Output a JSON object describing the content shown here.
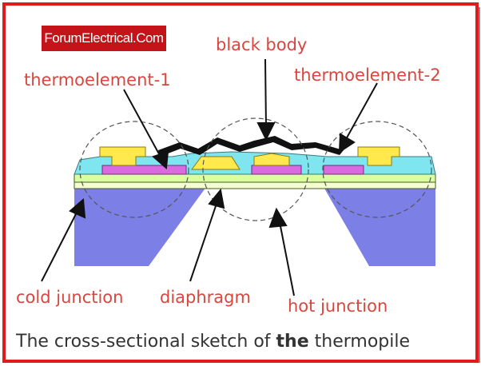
{
  "watermark": "ForumElectrical.Com",
  "labels": {
    "thermoelement_1": "thermoelement-1",
    "black_body": "black body",
    "thermoelement_2": "thermoelement-2",
    "cold_junction": "cold junction",
    "diaphragm": "diaphragm",
    "hot_junction": "hot junction"
  },
  "caption": {
    "prefix": "The cross-sectional sketch of ",
    "emphasis": "the",
    "suffix": " thermopile"
  },
  "colors": {
    "frame": "#e01b1b",
    "label_text": "#d9463e",
    "substrate": "#7b7fe6",
    "membrane": "#d9ff9e",
    "element_cyan": "#7fe6f0",
    "element_yellow": "#ffe94d",
    "element_magenta": "#d86be0",
    "black_body": "#111111"
  }
}
